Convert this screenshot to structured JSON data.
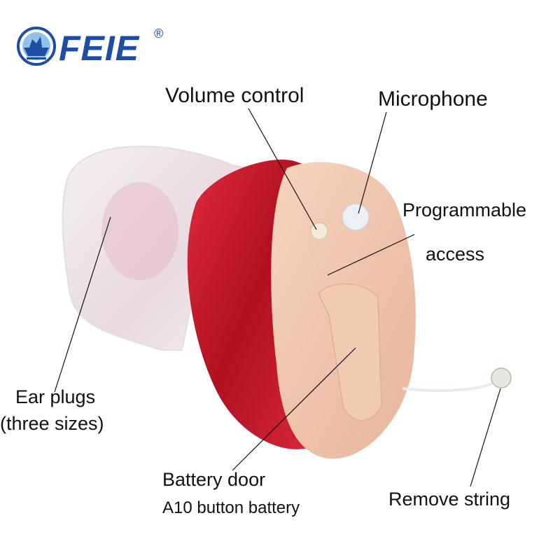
{
  "brand": {
    "name": "FEIE",
    "registered_mark": "®",
    "color": "#1d4ea3"
  },
  "product": {
    "description": "In-ear hearing aid with red shell and beige faceplate",
    "shell_color": "#c8102e",
    "faceplate_color": "#f1c7ae"
  },
  "labels": {
    "volume_control": "Volume control",
    "microphone": "Microphone",
    "programmable_line1": "Programmable",
    "programmable_line2": "access",
    "ear_plugs_line1": "Ear plugs",
    "ear_plugs_line2": "(three sizes)",
    "battery_door": "Battery door",
    "battery_type": "A10 button battery",
    "remove_string": "Remove string"
  }
}
